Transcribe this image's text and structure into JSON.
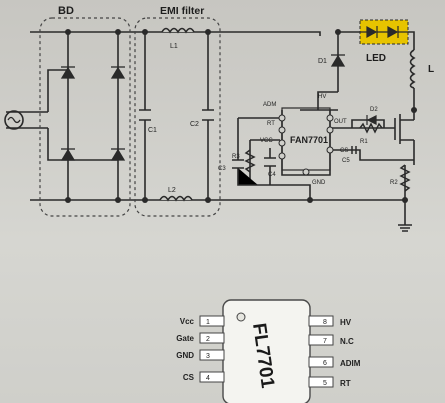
{
  "labels": {
    "bd": "BD",
    "emi": "EMI filter",
    "led": "LED",
    "l": "L",
    "l1": "L1",
    "l2": "L2",
    "c1": "C1",
    "c2": "C2",
    "c3": "C3",
    "c4": "C4",
    "c5": "C5",
    "d1": "D1",
    "d2": "D2",
    "r1": "R1",
    "r2": "R2",
    "r3": "R3",
    "ic": "FAN7701",
    "pin_adim": "ADM",
    "pin_rt": "RT",
    "pin_vcc": "VCC",
    "pin_hv": "HV",
    "pin_out": "OUT",
    "pin_cs": "CS",
    "pin_gnd": "GND"
  },
  "chip": {
    "name": "FL7701",
    "left_pins": [
      {
        "num": "1",
        "name": "Vcc"
      },
      {
        "num": "2",
        "name": "Gate"
      },
      {
        "num": "3",
        "name": "GND"
      },
      {
        "num": "4",
        "name": "CS"
      }
    ],
    "right_pins": [
      {
        "num": "8",
        "name": "HV"
      },
      {
        "num": "7",
        "name": "N.C"
      },
      {
        "num": "6",
        "name": "ADIM"
      },
      {
        "num": "5",
        "name": "RT"
      }
    ]
  },
  "colors": {
    "wire": "#2a2a2a",
    "led_fill": "#e7c300",
    "background": "#cfcfca"
  }
}
